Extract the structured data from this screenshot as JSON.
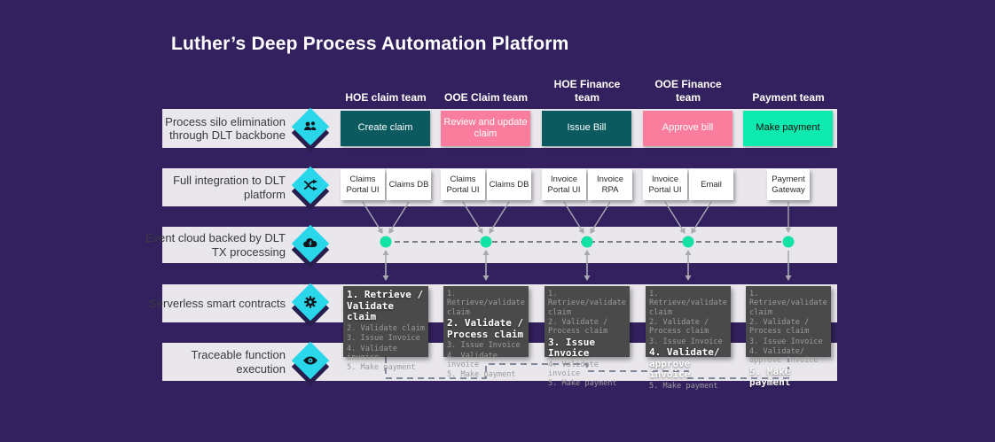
{
  "title": "Luther’s Deep Process Automation Platform",
  "lanes": [
    {
      "label": "Process silo elimination through DLT backbone",
      "icon": "team-icon"
    },
    {
      "label": "Full integration to DLT platform",
      "icon": "shuffle-icon"
    },
    {
      "label": "Event cloud backed by DLT TX processing",
      "icon": "cloud-lightning-icon"
    },
    {
      "label": "Serverless smart contracts",
      "icon": "gear-icon"
    },
    {
      "label": "Traceable function execution",
      "icon": "eye-icon"
    }
  ],
  "columns": [
    {
      "header_line1": "HOE claim team",
      "header_line2": "",
      "action": "Create claim",
      "systems": [
        "Claims Portal UI",
        "Claims DB"
      ],
      "steps": [
        {
          "text": "1. Retrieve / Validate claim",
          "active": true
        },
        {
          "text": "2. Validate claim",
          "active": false
        },
        {
          "text": "3. Issue Invoice",
          "active": false
        },
        {
          "text": "4. Validate invoice",
          "active": false
        },
        {
          "text": "5. Make payment",
          "active": false
        }
      ]
    },
    {
      "header_line1": "OOE Claim team",
      "header_line2": "",
      "action": "Review and update claim",
      "systems": [
        "Claims Portal UI",
        "Claims DB"
      ],
      "steps": [
        {
          "text": "1. Retrieve/validate claim",
          "active": false
        },
        {
          "text": "2. Validate / Process claim",
          "active": true
        },
        {
          "text": "3. Issue Invoice",
          "active": false
        },
        {
          "text": "4. Validate invoice",
          "active": false
        },
        {
          "text": "5. Make payment",
          "active": false
        }
      ]
    },
    {
      "header_line1": "HOE Finance",
      "header_line2": "team",
      "action": "Issue Bill",
      "systems": [
        "Invoice Portal UI",
        "Invoice RPA"
      ],
      "steps": [
        {
          "text": "1. Retrieve/validate claim",
          "active": false
        },
        {
          "text": "2. Validate / Process claim",
          "active": false
        },
        {
          "text": "3. Issue Invoice",
          "active": true
        },
        {
          "text": "4. Validate invoice",
          "active": false
        },
        {
          "text": "5. Make payment",
          "active": false
        }
      ]
    },
    {
      "header_line1": "OOE Finance",
      "header_line2": "team",
      "action": "Approve bill",
      "systems": [
        "Invoice Portal UI",
        "Email"
      ],
      "steps": [
        {
          "text": "1. Retrieve/validate claim",
          "active": false
        },
        {
          "text": "2. Validate / Process claim",
          "active": false
        },
        {
          "text": "3. Issue Invoice",
          "active": false
        },
        {
          "text": "4. Validate/ approve invoice",
          "active": true
        },
        {
          "text": "5. Make payment",
          "active": false
        }
      ]
    },
    {
      "header_line1": "Payment team",
      "header_line2": "",
      "action": "Make payment",
      "systems": [
        "Payment Gateway"
      ],
      "steps": [
        {
          "text": "1. Retrieve/validate claim",
          "active": false
        },
        {
          "text": "2. Validate / Process claim",
          "active": false
        },
        {
          "text": "3. Issue Invoice",
          "active": false
        },
        {
          "text": "4. Validate/ approve invoice",
          "active": false
        },
        {
          "text": "5. Make payment",
          "active": true
        }
      ]
    }
  ],
  "colors": {
    "background": "#32215e",
    "lane_band": "#e9e7ec",
    "accent_cyan": "#29d6ea",
    "teal_action": "#0a5a5f",
    "pink_action": "#fb7d9d",
    "mint_action": "#0deab0",
    "event_dot": "#12e2a5",
    "step_box": "#4a4a4a"
  }
}
